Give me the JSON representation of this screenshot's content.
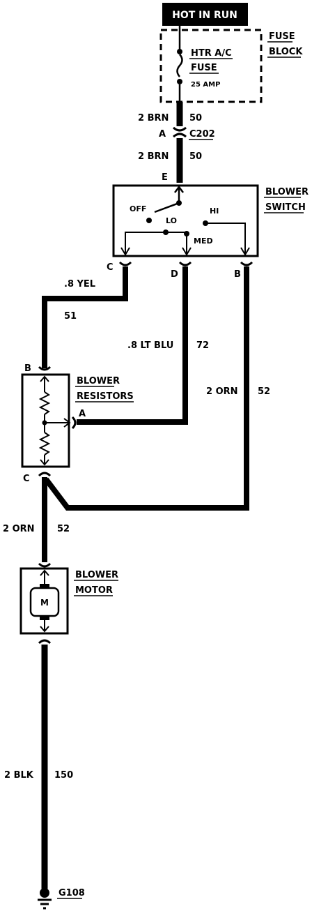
{
  "header": {
    "hot_in_run": "HOT IN RUN"
  },
  "fuse_block": {
    "title_line1": "FUSE",
    "title_line2": "BLOCK",
    "fuse_name_line1": "HTR A/C",
    "fuse_name_line2": "FUSE",
    "fuse_rating": "25 AMP"
  },
  "wires": {
    "fuse_to_c202": {
      "gauge_color": "2 BRN",
      "circuit": "50"
    },
    "c202_to_switch": {
      "gauge_color": "2 BRN",
      "circuit": "50"
    },
    "switch_c_to_resistor_b": {
      "gauge_color": ".8 YEL",
      "circuit": "51"
    },
    "switch_d_to_resistor_a": {
      "gauge_color": ".8 LT BLU",
      "circuit": "72"
    },
    "switch_b_to_resistor_c": {
      "gauge_color": "2 ORN",
      "circuit": "52"
    },
    "resistor_c_to_motor": {
      "gauge_color": "2 ORN",
      "circuit": "52"
    },
    "motor_to_ground": {
      "gauge_color": "2 BLK",
      "circuit": "150"
    }
  },
  "connector": {
    "pin": "A",
    "name": "C202"
  },
  "blower_switch": {
    "title_line1": "BLOWER",
    "title_line2": "SWITCH",
    "pin_in": "E",
    "pos_off": "OFF",
    "pos_lo": "LO",
    "pos_med": "MED",
    "pos_hi": "HI",
    "pin_c": "C",
    "pin_d": "D",
    "pin_b": "B"
  },
  "blower_resistors": {
    "title_line1": "BLOWER",
    "title_line2": "RESISTORS",
    "pin_b": "B",
    "pin_a": "A",
    "pin_c": "C"
  },
  "blower_motor": {
    "title_line1": "BLOWER",
    "title_line2": "MOTOR",
    "symbol": "M"
  },
  "ground": {
    "name": "G108"
  }
}
